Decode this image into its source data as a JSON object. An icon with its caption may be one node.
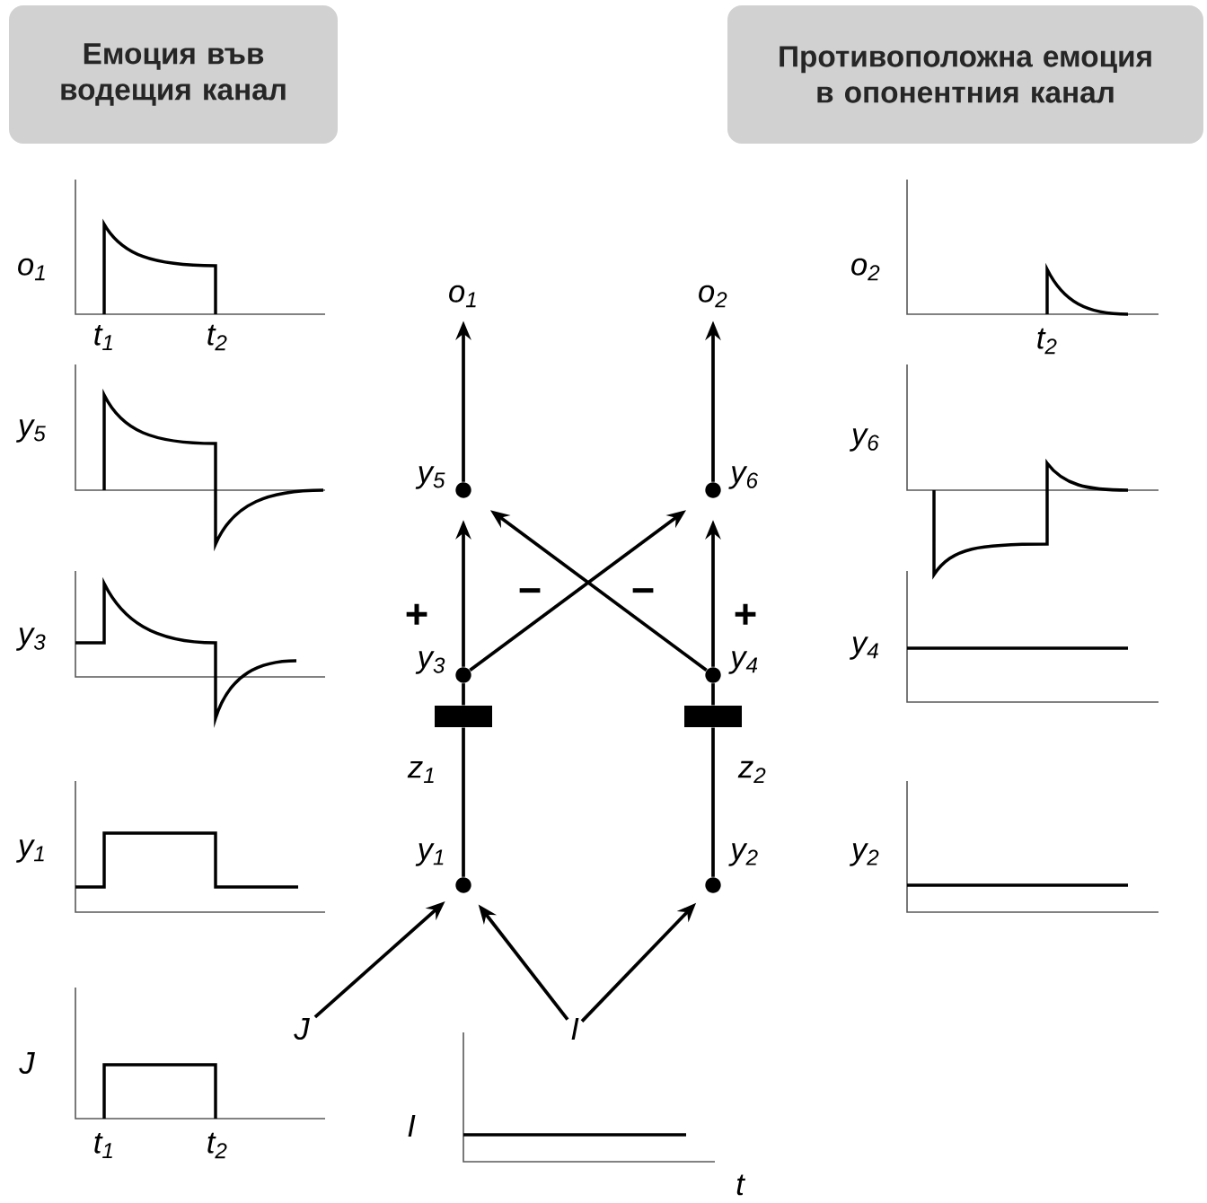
{
  "diagram": {
    "nodes": [
      {
        "text": [
          "Емоция във водещия канал"
        ]
      },
      {
        "text": [
          "Противоположна емоция в опонентния канал"
        ]
      },
      {
        "text": [
          "o$_{1}$"
        ]
      },
      {
        "text": [
          "o$_{2}$"
        ]
      },
      {
        "text": [
          "y$_{5}$"
        ]
      },
      {
        "text": [
          "y$_{6}$"
        ]
      },
      {
        "text": [
          "y$_{3}$"
        ]
      },
      {
        "text": [
          "y$_{4}$"
        ]
      },
      {
        "text": [],
        "shape": "bar"
      },
      {
        "text": [],
        "shape": "bar"
      },
      {
        "text": [
          "y$_{1}$"
        ]
      },
      {
        "text": [
          "y$_{2}$"
        ]
      },
      {
        "text": [
          "J"
        ]
      },
      {
        "text": [
          "I"
        ]
      }
    ],
    "edges": [
      {
        "from": 4,
        "to": 2,
        "arrow": "to"
      },
      {
        "from": 5,
        "to": 3,
        "arrow": "to"
      },
      {
        "from": 6,
        "to": 4,
        "arrow": "to",
        "label": "+"
      },
      {
        "from": 7,
        "to": 5,
        "arrow": "to",
        "label": "+"
      },
      {
        "from": 6,
        "to": 5,
        "arrow": "to",
        "label": "−"
      },
      {
        "from": 7,
        "to": 4,
        "arrow": "to",
        "label": "−"
      },
      {
        "from": 10,
        "to": 8,
        "arrow": "none",
        "label": "z$_{1}$"
      },
      {
        "from": 8,
        "to": 6,
        "arrow": "none"
      },
      {
        "from": 11,
        "to": 9,
        "arrow": "none",
        "label": "z$_{2}$"
      },
      {
        "from": 9,
        "to": 7,
        "arrow": "none"
      },
      {
        "from": 12,
        "to": 10,
        "arrow": "to"
      },
      {
        "from": 13,
        "to": 10,
        "arrow": "to"
      },
      {
        "from": 13,
        "to": 11,
        "arrow": "to"
      }
    ],
    "labels": [
      "o$_{1}$",
      "t$_{1}$",
      "t$_{2}$",
      "o$_{2}$",
      "t$_{2}$",
      "y$_{5}$",
      "y$_{6}$",
      "y$_{3}$",
      "y$_{4}$",
      "y$_{1}$",
      "y$_{2}$",
      "J",
      "t$_{1}$",
      "t$_{2}$",
      "I",
      "t"
    ]
  }
}
